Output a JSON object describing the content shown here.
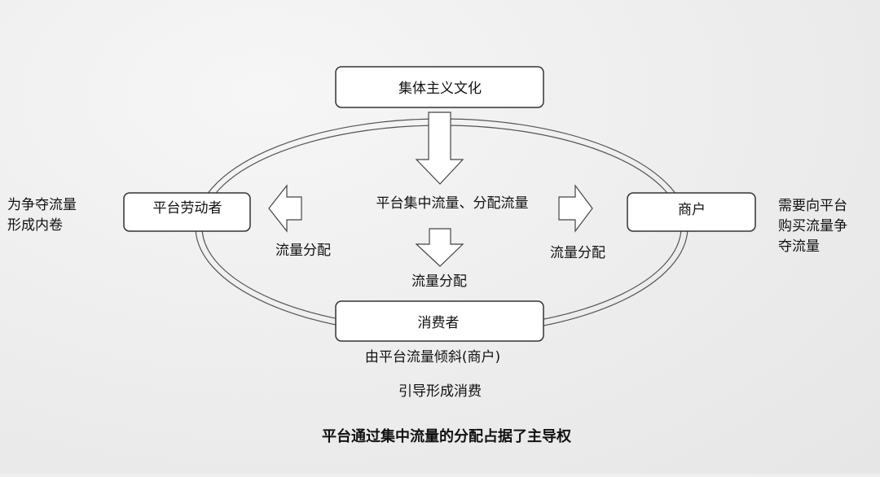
{
  "nodes": {
    "top": "集体主义文化",
    "left": "平台劳动者",
    "right": "商户",
    "bottom": "消费者"
  },
  "center_label": "平台集中流量、分配流量",
  "flow_labels": {
    "left": "流量分配",
    "right": "流量分配",
    "bottom": "流量分配"
  },
  "consumer_caption": [
    "由平台流量倾斜(商户)",
    "引导形成消费"
  ],
  "left_note": [
    "为争夺流量",
    "形成内卷"
  ],
  "right_note": [
    "需要向平台",
    "购买流量争",
    "夺流量"
  ],
  "caption": "平台通过集中流量的分配占据了主导权"
}
